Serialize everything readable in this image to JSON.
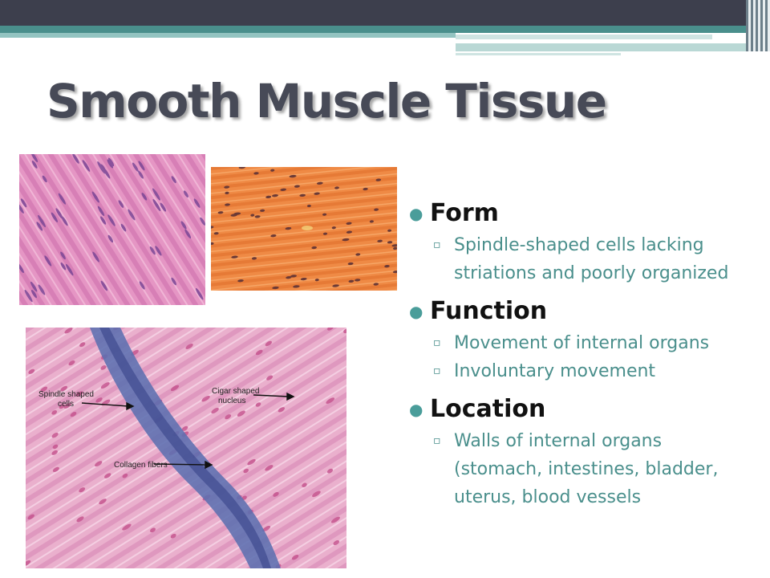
{
  "slide": {
    "title": "Smooth Muscle Tissue",
    "bullets": [
      {
        "heading": "Form",
        "subs": [
          "Spindle-shaped cells lacking striations and poorly organized"
        ]
      },
      {
        "heading": "Function",
        "subs": [
          "Movement of internal organs",
          "Involuntary movement"
        ]
      },
      {
        "heading": "Location",
        "subs": [
          "Walls of internal organs (stomach, intestines, bladder, uterus, blood vessels"
        ]
      }
    ]
  },
  "micrograph_labels": {
    "spindle": [
      "Spindle shaped",
      "cells"
    ],
    "cigar": [
      "Cigar shaped",
      "nucleus"
    ],
    "collagen": "Collagen fibers"
  },
  "colors": {
    "header_dark": "#3d3f4d",
    "accent_teal": "#4a8f8c",
    "title": "#474a57",
    "heading": "#111111"
  },
  "icons": {
    "bullet": "bullet-dot-icon",
    "sub_bullet": "square-bullet-icon"
  }
}
